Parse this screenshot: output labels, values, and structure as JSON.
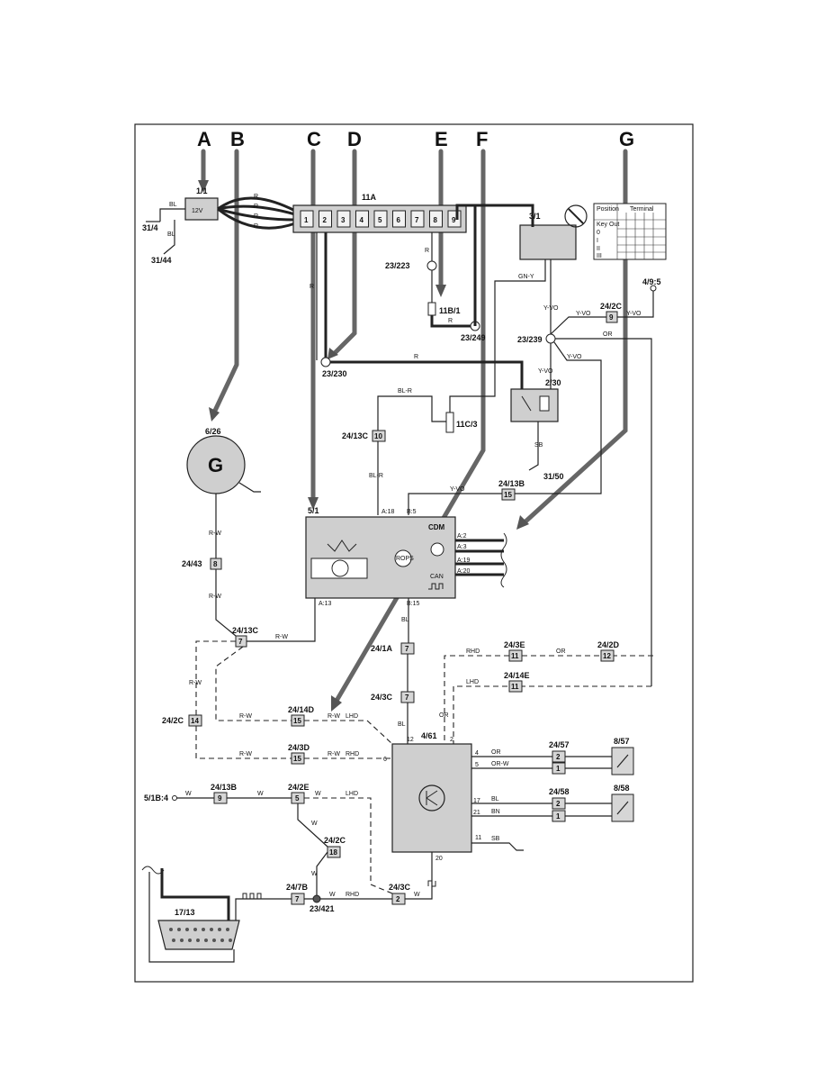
{
  "letters": [
    "A",
    "B",
    "C",
    "D",
    "E",
    "F",
    "G"
  ],
  "components": {
    "battery": "1/1",
    "battery_v": "12V",
    "fusebox": "11A",
    "fuses": [
      "1",
      "2",
      "3",
      "4",
      "5",
      "6",
      "7",
      "8",
      "9"
    ],
    "ignition_switch": "3/1",
    "alternator": "6/26",
    "alternator_letter": "G",
    "cem": "5/1",
    "relay": "2/30",
    "diode": "11C/3",
    "fuse_11b1": "11B/1",
    "ecm": "4/61",
    "dlc": "17/13",
    "sensor1": "8/57",
    "sensor2": "8/58"
  },
  "grounds": [
    "31/4",
    "31/44",
    "31/50"
  ],
  "splices": [
    "23/223",
    "23/249",
    "23/230",
    "23/239",
    "23/421"
  ],
  "connectors": [
    {
      "id": "24/13C",
      "pin": "10"
    },
    {
      "id": "24/2C",
      "pin": "9"
    },
    {
      "id": "24/13B",
      "pin": "15"
    },
    {
      "id": "24/43",
      "pin": "8"
    },
    {
      "id": "24/13C",
      "pin": "7"
    },
    {
      "id": "24/1A",
      "pin": "7"
    },
    {
      "id": "24/3C",
      "pin": "7"
    },
    {
      "id": "24/3E",
      "pin": "11"
    },
    {
      "id": "24/2D",
      "pin": "12"
    },
    {
      "id": "24/14E",
      "pin": "11"
    },
    {
      "id": "24/2C",
      "pin": "14"
    },
    {
      "id": "24/14D",
      "pin": "15"
    },
    {
      "id": "24/3D",
      "pin": "15"
    },
    {
      "id": "24/13B",
      "pin": "9"
    },
    {
      "id": "24/2E",
      "pin": "5"
    },
    {
      "id": "24/2C",
      "pin": "18"
    },
    {
      "id": "24/7B",
      "pin": "7"
    },
    {
      "id": "24/3C",
      "pin": "2"
    },
    {
      "id": "24/57",
      "pin": "2"
    },
    {
      "id": "24/57",
      "pin": "1"
    },
    {
      "id": "24/58",
      "pin": "2"
    },
    {
      "id": "24/58",
      "pin": "1"
    }
  ],
  "refs": [
    "4/9:5",
    "5/1B:4"
  ],
  "wire_colors": [
    "BL",
    "R",
    "GN-Y",
    "Y-VO",
    "OR",
    "BL-R",
    "SB",
    "R-W",
    "W",
    "OR-W",
    "BN"
  ],
  "notes": [
    "RHD",
    "LHD"
  ],
  "cem_pins": [
    "A:18",
    "B:5",
    "A:2",
    "A:3",
    "A:19",
    "A:20",
    "A:13",
    "B:15"
  ],
  "cem_labels": [
    "CDM",
    "ROPS",
    "CAN"
  ],
  "ecm_pins": [
    "12",
    "2",
    "4",
    "5",
    "6",
    "17",
    "21",
    "11",
    "20"
  ],
  "switch_table": {
    "col1": "Position",
    "col2": "Terminal",
    "rows": [
      "Key Out",
      "0",
      "I",
      "II",
      "III"
    ]
  }
}
